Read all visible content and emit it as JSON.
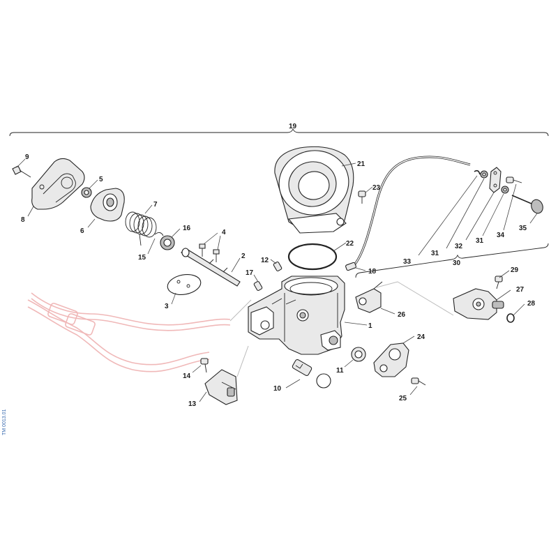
{
  "diagram": {
    "group_label": "19",
    "labels": {
      "p1": "1",
      "p2": "2",
      "p3": "3",
      "p4": "4",
      "p5": "5",
      "p6": "6",
      "p7": "7",
      "p8": "8",
      "p9": "9",
      "p10": "10",
      "p11": "11",
      "p12": "12",
      "p13": "13",
      "p14": "14",
      "p15": "15",
      "p16": "16",
      "p17": "17",
      "p18": "18",
      "p21": "21",
      "p22": "22",
      "p23": "23",
      "p24": "24",
      "p25": "25",
      "p26": "26",
      "p27": "27",
      "p28": "28",
      "p29": "29",
      "p30": "30",
      "p31a": "31",
      "p31b": "31",
      "p32": "32",
      "p33": "33",
      "p34": "34",
      "p35": "35"
    },
    "drawing_code": "TM 0013.01"
  }
}
